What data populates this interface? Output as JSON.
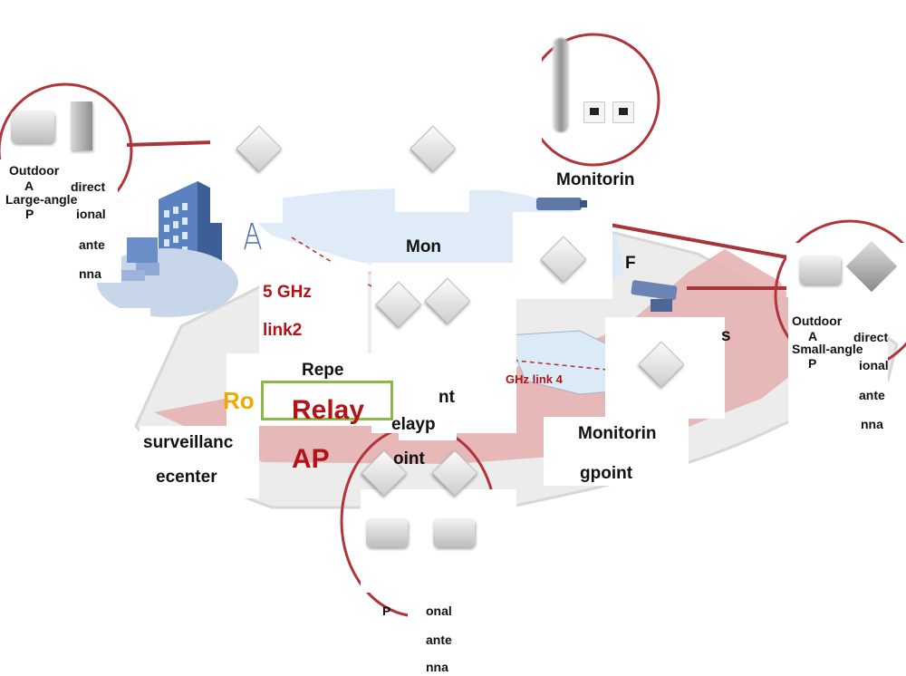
{
  "labels": {
    "outdoor_ap_left": "Outdoor",
    "ap_a_left": "A",
    "ap_p_left": "P",
    "large_angle": "Large-angle",
    "direct_left": "direct",
    "ional_left": "ional",
    "ante_left": "ante",
    "nna_left": "nna",
    "link2_a": "5 GHz",
    "link2_b": "link2",
    "repe": "Repe",
    "ro": "Ro",
    "relay": "Relay",
    "ap": "AP",
    "nt": "nt",
    "elayp": "elayp",
    "oint": "oint",
    "surveillanc": "surveillanc",
    "ecenter": "ecenter",
    "monitorin_top": "Monitorin",
    "mon": "Mon",
    "f": "F",
    "ghz_link4": "GHz link 4",
    "monitorin_bottom": "Monitorin",
    "gpoint": "gpoint",
    "s": "s",
    "outdoor_ap_right": "Outdoor",
    "ap_a_right": "A",
    "ap_p_right": "P",
    "small_angle": "Small-angle",
    "direct_right": "direct",
    "ional_right": "ional",
    "ante_right": "ante",
    "nna_right": "nna",
    "bottom_p": "P",
    "onal_bottom": "onal",
    "ante_bottom": "ante",
    "nna_bottom": "nna"
  },
  "colors": {
    "callout_ring": "#b0353a",
    "connector": "#a8343a",
    "pink_region": "#e6b2b2",
    "sky_region": "#dbeaf7",
    "relay_box": "#8cb84a",
    "link_dash": "#c0262c",
    "ro_text": "#f0a800",
    "accent_red": "#b31217"
  }
}
